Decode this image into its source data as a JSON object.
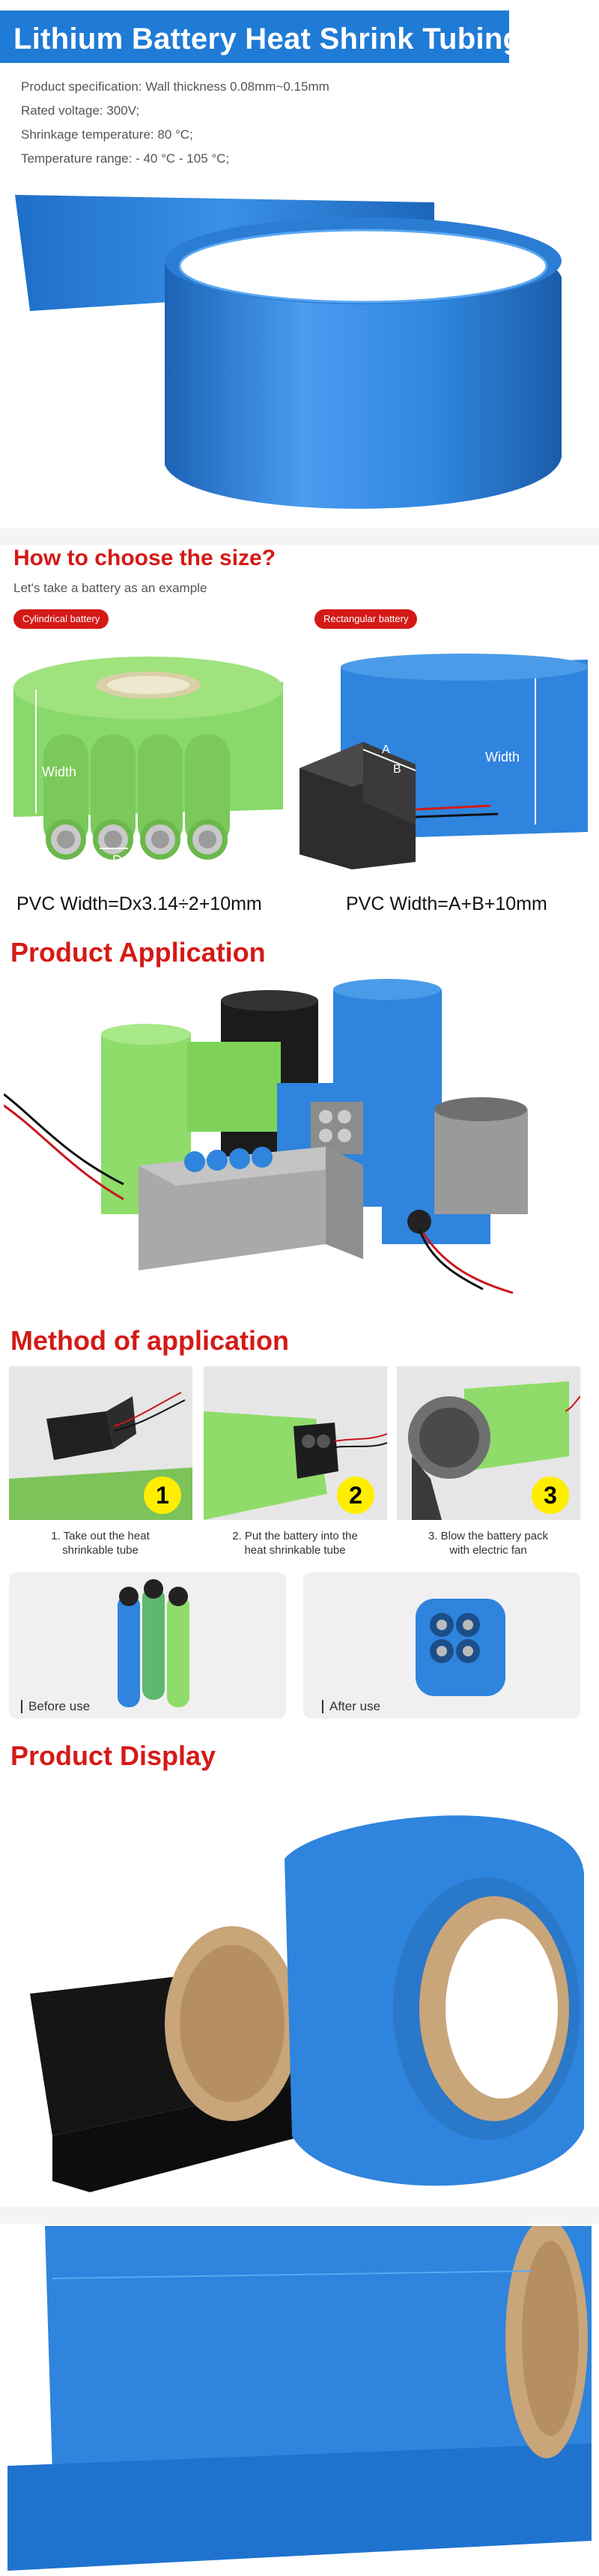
{
  "header": {
    "title": "Lithium Battery Heat Shrink Tubing"
  },
  "specs": [
    "Product specification: Wall thickness 0.08mm~0.15mm",
    "Rated voltage: 300V;",
    "Shrinkage temperature: 80 °C;",
    "Temperature range: - 40 °C - 105 °C;"
  ],
  "size_section": {
    "heading": "How to choose the size?",
    "hint": "Let's take a battery as an example",
    "cylindrical": {
      "badge": "Cylindrical battery",
      "width_label": "Width",
      "d_label": "D",
      "formula": "PVC Width=Dx3.14÷2+10mm"
    },
    "rectangular": {
      "badge": "Rectangular battery",
      "width_label": "Width",
      "a_label": "A",
      "b_label": "B",
      "formula": "PVC Width=A+B+10mm"
    }
  },
  "application": {
    "heading": "Product Application"
  },
  "method": {
    "heading": "Method of application",
    "steps": [
      {
        "num": "1",
        "caption_line1": "1. Take out the heat",
        "caption_line2": "shrinkable tube"
      },
      {
        "num": "2",
        "caption_line1": "2. Put the battery into the",
        "caption_line2": "heat shrinkable tube"
      },
      {
        "num": "3",
        "caption_line1": "3. Blow the battery pack",
        "caption_line2": "with electric fan"
      }
    ],
    "before_label": "Before use",
    "after_label": "After use"
  },
  "display": {
    "heading": "Product Display"
  },
  "colors": {
    "brand_blue": "#1f7bd6",
    "accent_red": "#d41a17",
    "tube_blue": "#2f84dd",
    "tube_green": "#8fdc6a",
    "tube_black": "#1a1a1a",
    "step_badge_yellow": "#ffee00"
  },
  "icons": {
    "step_badges": "circle-number-badge",
    "badge_pills": "rounded-pill-label"
  }
}
